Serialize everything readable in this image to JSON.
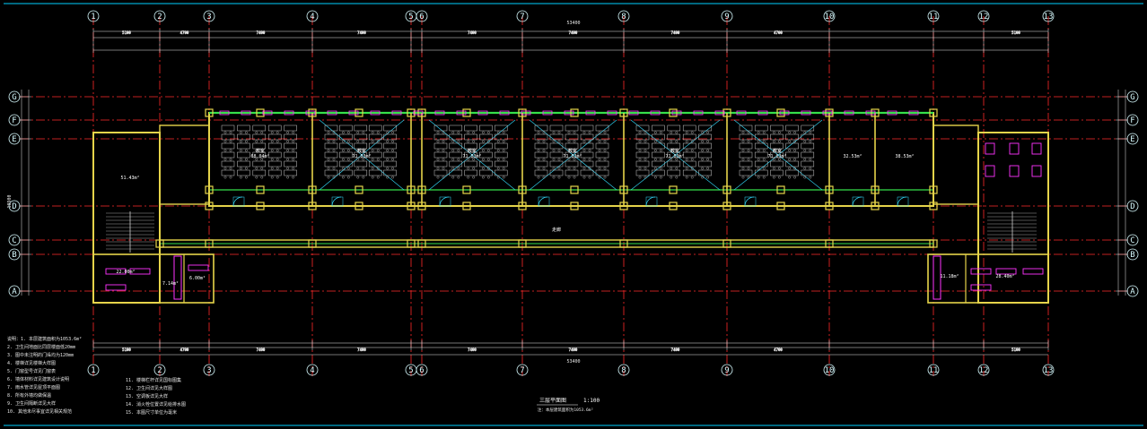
{
  "drawing": {
    "title": "三层平面图",
    "scale": "1:100",
    "area_note": "注：本层建筑面积为1053.6m²"
  },
  "grid_axes": {
    "vertical": [
      "1",
      "2",
      "3",
      "4",
      "5",
      "6",
      "7",
      "8",
      "9",
      "10",
      "11",
      "12",
      "13"
    ],
    "horizontal": [
      "G",
      "F",
      "E",
      "D",
      "C",
      "B",
      "A"
    ]
  },
  "dimensions": {
    "top_overall": "53400",
    "bottom_overall": "53400",
    "top_bays": [
      "5100",
      "4700",
      "7400",
      "7400",
      "7400",
      "7400",
      "7400",
      "4700",
      "5100"
    ],
    "side_overall": "18900"
  },
  "rooms": [
    {
      "label": "教室",
      "area": "68.04m²"
    },
    {
      "label": "教室",
      "area": "71.03m²"
    },
    {
      "label": "教室",
      "area": "71.03m²"
    },
    {
      "label": "教室",
      "area": "71.03m²"
    },
    {
      "label": "教室",
      "area": "71.03m²"
    },
    {
      "label": "教室",
      "area": "71.03m²"
    },
    {
      "label": "",
      "area": "32.53m²"
    },
    {
      "label": "",
      "area": "38.53m²"
    },
    {
      "label": "",
      "area": "51.43m²"
    },
    {
      "label": "",
      "area": "22.00m²"
    },
    {
      "label": "",
      "area": "7.14m²"
    },
    {
      "label": "",
      "area": "6.00m²"
    },
    {
      "label": "",
      "area": "11.18m²"
    },
    {
      "label": "",
      "area": "28.40m²"
    }
  ],
  "corridor_label": "走廊",
  "notes_left": [
    "说明：1. 本层建筑面积为1053.6m²",
    "2. 卫生间地面比同层楼面低20mm",
    "3. 图中未注明的门垛均为120mm",
    "4. 楼梯详见楼梯大样图",
    "5. 门窗型号详见门窗表",
    "6. 墙体材料详见建筑设计说明",
    "7. 雨水管详见屋顶平面图",
    "8. 所有外墙均做保温",
    "9. 卫生间隔断详见大样",
    "10. 其他未尽事宜详见相关规范"
  ],
  "notes_right": [
    "11. 楼梯栏杆详见国标图集",
    "12. 卫生间详见大样图",
    "13. 空调板详见大样",
    "14. 消火栓位置详见给排水图",
    "15. 本图尺寸单位为毫米"
  ],
  "colors": {
    "background": "#000000",
    "grid": "#ff2a2a",
    "wall": "#e6d44a",
    "window": "#35e04a",
    "column": "#e6d44a",
    "door": "#33ddff",
    "furniture": "#cccccc",
    "dimension": "#e6e6e6",
    "axis_bubble": "#d7fbff",
    "magenta": "#ff33ff"
  }
}
